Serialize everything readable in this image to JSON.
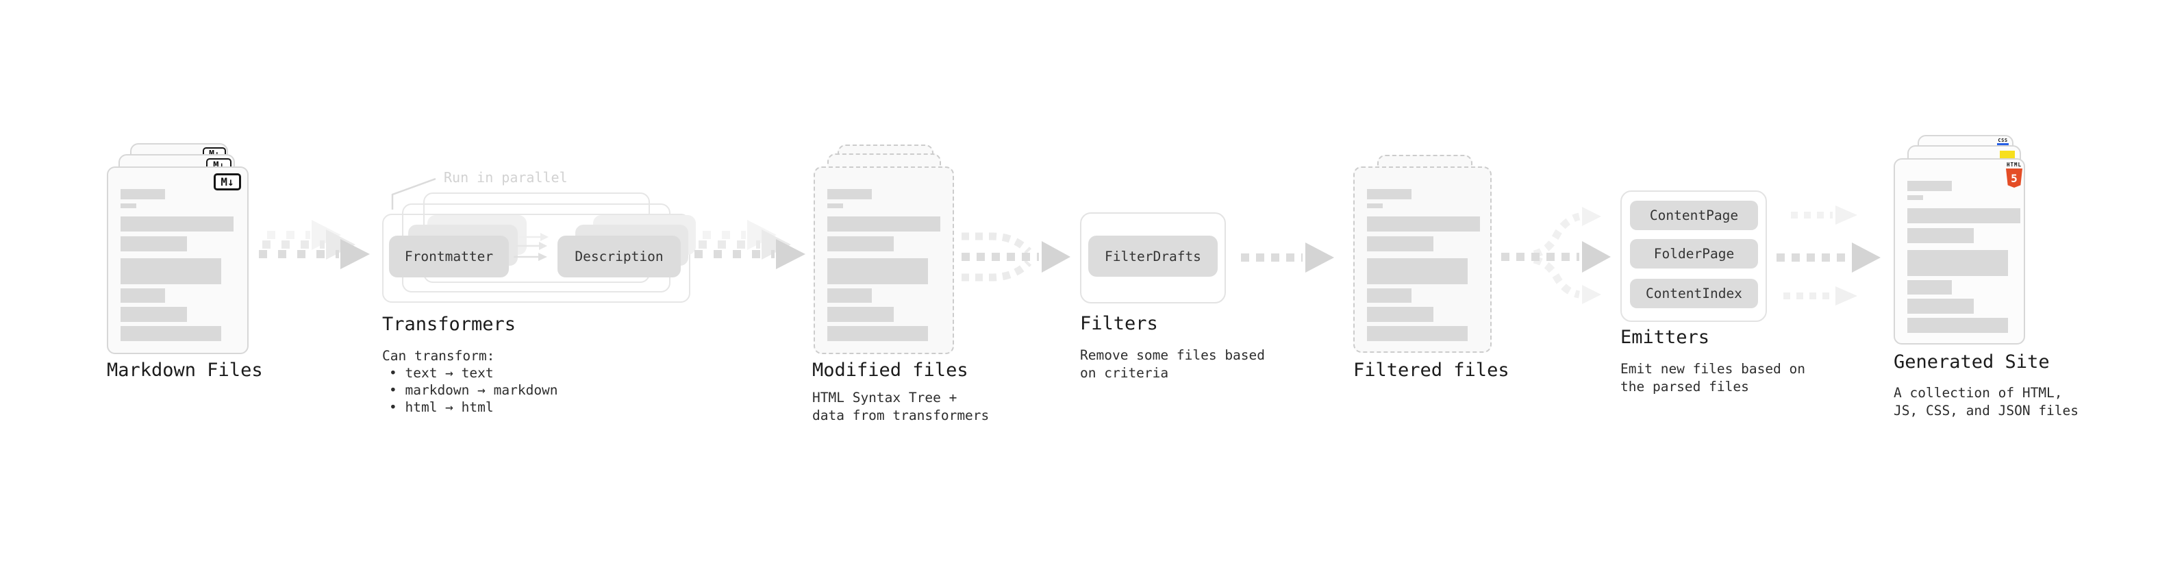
{
  "stages": {
    "markdown_files": {
      "label": "Markdown Files",
      "badge": "M↓"
    },
    "transformers": {
      "label": "Transformers",
      "parallel_note": "Run in parallel",
      "desc_heading": "Can transform:",
      "bullets": [
        "• text → text",
        "• markdown → markdown",
        "• html → html"
      ],
      "box_left": "Frontmatter",
      "box_right": "Description"
    },
    "modified_files": {
      "label": "Modified files",
      "desc": "HTML Syntax Tree +\ndata from transformers"
    },
    "filters": {
      "label": "Filters",
      "desc": "Remove some files based\non criteria",
      "box": "FilterDrafts"
    },
    "filtered_files": {
      "label": "Filtered files"
    },
    "emitters": {
      "label": "Emitters",
      "desc": "Emit new files based on\nthe parsed files",
      "boxes": [
        "ContentPage",
        "FolderPage",
        "ContentIndex"
      ]
    },
    "generated_site": {
      "label": "Generated Site",
      "desc": "A collection of HTML,\nJS, CSS, and JSON files",
      "badges": {
        "html_word": "HTML",
        "html_number": "5",
        "css": "CSS"
      }
    }
  },
  "colors": {
    "html5_orange": "#e44d26",
    "js_yellow": "#f7df1e",
    "css_blue": "#2760e6",
    "doc_border": "#d7d7d7",
    "doc_fill": "#fafafa",
    "content_bar_gray": "#d9d9d9",
    "pill_gray": "#dcdcdc",
    "arrow_gray": "#dcdcdc",
    "arrow_head_gray": "#d4d4d4",
    "note_gray": "#d2d2d2"
  }
}
